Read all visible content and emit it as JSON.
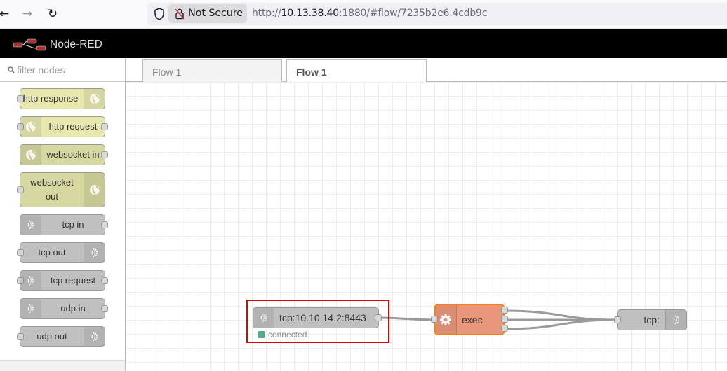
{
  "browser": {
    "back_icon": "arrow-left",
    "forward_icon": "arrow-right",
    "reload_icon": "reload",
    "security_label": "Not Secure",
    "url_prefix": "http://",
    "url_host": "10.13.38.40",
    "url_suffix": ":1880/#flow/7235b2e6.4cdb9c"
  },
  "header": {
    "title": "Node-RED",
    "logo_color": "#aa3333"
  },
  "palette": {
    "filter_placeholder": "filter nodes",
    "nodes": [
      {
        "label": "http response",
        "category": "network",
        "color": "#e7e7ae",
        "icon": "globe-icon",
        "icon_side": "right",
        "input": true,
        "output": false
      },
      {
        "label": "http request",
        "category": "network",
        "color": "#e7e7ae",
        "icon": "globe-icon",
        "icon_side": "left",
        "input": true,
        "output": true
      },
      {
        "label": "websocket in",
        "category": "network",
        "color": "#d7d7a0",
        "icon": "globe-icon",
        "icon_side": "left",
        "input": false,
        "output": true
      },
      {
        "label": "websocket out",
        "category": "network",
        "color": "#d7d7a0",
        "icon": "globe-icon",
        "icon_side": "right",
        "input": true,
        "output": false
      },
      {
        "label": "tcp in",
        "category": "network",
        "color": "#c0c0c0",
        "icon": "bridge-icon",
        "icon_side": "left",
        "input": false,
        "output": true
      },
      {
        "label": "tcp out",
        "category": "network",
        "color": "#c0c0c0",
        "icon": "bridge-icon",
        "icon_side": "right",
        "input": true,
        "output": false
      },
      {
        "label": "tcp request",
        "category": "network",
        "color": "#c0c0c0",
        "icon": "bridge-icon",
        "icon_side": "left",
        "input": true,
        "output": true
      },
      {
        "label": "udp in",
        "category": "network",
        "color": "#c0c0c0",
        "icon": "bridge-icon",
        "icon_side": "left",
        "input": false,
        "output": true
      },
      {
        "label": "udp out",
        "category": "network",
        "color": "#c0c0c0",
        "icon": "bridge-icon",
        "icon_side": "right",
        "input": true,
        "output": false
      }
    ]
  },
  "workspace": {
    "tabs": [
      {
        "label": "Flow 1",
        "active": false
      },
      {
        "label": "Flow 1",
        "active": true
      }
    ],
    "grid_size": 20,
    "nodes": [
      {
        "id": "tcp-in",
        "label": "tcp:10.10.14.2:8443",
        "color": "#c0c0c0",
        "icon": "bridge-icon",
        "status": {
          "text": "connected",
          "color": "#5a8"
        },
        "highlighted": true,
        "highlight_color": "#e00000"
      },
      {
        "id": "exec",
        "label": "exec",
        "color": "#e9967a",
        "border_color": "#ff7f0e",
        "icon": "cog-icon",
        "outputs": 3,
        "selected": true
      },
      {
        "id": "tcp-out",
        "label": "tcp:",
        "color": "#c0c0c0",
        "icon": "bridge-icon"
      }
    ],
    "wires": [
      {
        "from": "tcp-in",
        "to": "exec"
      },
      {
        "from": "exec.0",
        "to": "tcp-out"
      },
      {
        "from": "exec.1",
        "to": "tcp-out"
      },
      {
        "from": "exec.2",
        "to": "tcp-out"
      }
    ]
  }
}
